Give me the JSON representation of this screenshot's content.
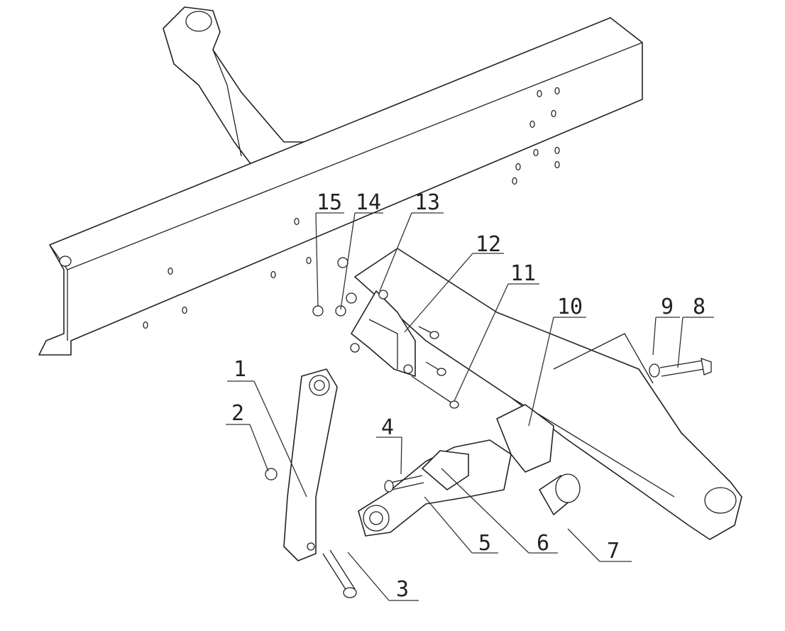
{
  "diagram": {
    "type": "exploded-assembly-view",
    "callouts": [
      "1",
      "2",
      "3",
      "4",
      "5",
      "6",
      "7",
      "8",
      "9",
      "10",
      "11",
      "12",
      "13",
      "14",
      "15"
    ]
  }
}
